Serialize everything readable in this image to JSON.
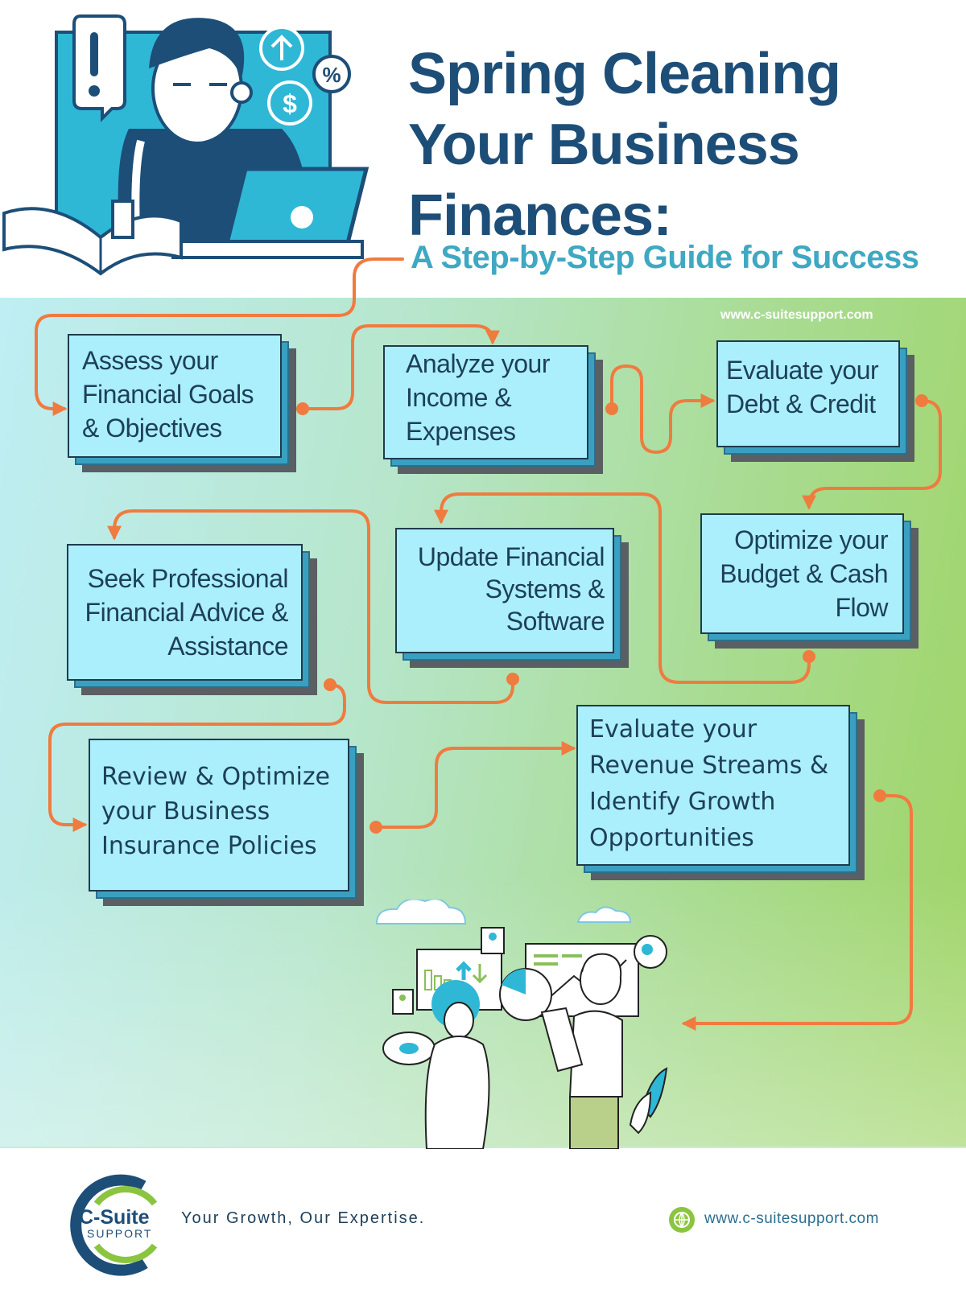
{
  "header": {
    "title_lines": [
      "Spring Cleaning",
      "Your Business",
      "Finances:"
    ],
    "subtitle": "A Step-by-Step Guide for Success"
  },
  "site_top": "www.c-suitesupport.com",
  "steps": [
    {
      "id": "assess",
      "lines": [
        "Assess your",
        "Financial Goals",
        "& Objectives"
      ]
    },
    {
      "id": "analyze",
      "lines": [
        "Analyze your",
        "Income &",
        "Expenses"
      ]
    },
    {
      "id": "debt",
      "lines": [
        "Evaluate your",
        "Debt & Credit"
      ]
    },
    {
      "id": "budget",
      "lines": [
        "Optimize your",
        "Budget & Cash",
        "Flow"
      ]
    },
    {
      "id": "systems",
      "lines": [
        "Update Financial",
        "Systems &",
        "Software"
      ]
    },
    {
      "id": "advice",
      "lines": [
        "Seek Professional",
        "Financial Advice &",
        "Assistance"
      ]
    },
    {
      "id": "insurance",
      "lines": [
        "Review & Optimize",
        "your Business",
        "Insurance Policies"
      ]
    },
    {
      "id": "revenue",
      "lines": [
        "Evaluate your",
        "Revenue Streams &",
        "Identify Growth",
        "Opportunities"
      ]
    }
  ],
  "footer": {
    "logo_text": "C-Suite",
    "logo_sub": "SUPPORT",
    "tagline": "Your Growth, Our Expertise.",
    "website": "www.c-suitesupport.com"
  },
  "icons": {
    "header": "person-laptop-finance-illustration",
    "bottom": "two-people-data-charts-illustration",
    "web": "globe-icon"
  },
  "colors": {
    "title": "#1d4e78",
    "subtitle": "#3fa8c2",
    "connector": "#f07b3f",
    "box": "#abeffc",
    "box_shadow_blue": "#3aa0c1",
    "box_shadow_gray": "#5a5f63"
  }
}
